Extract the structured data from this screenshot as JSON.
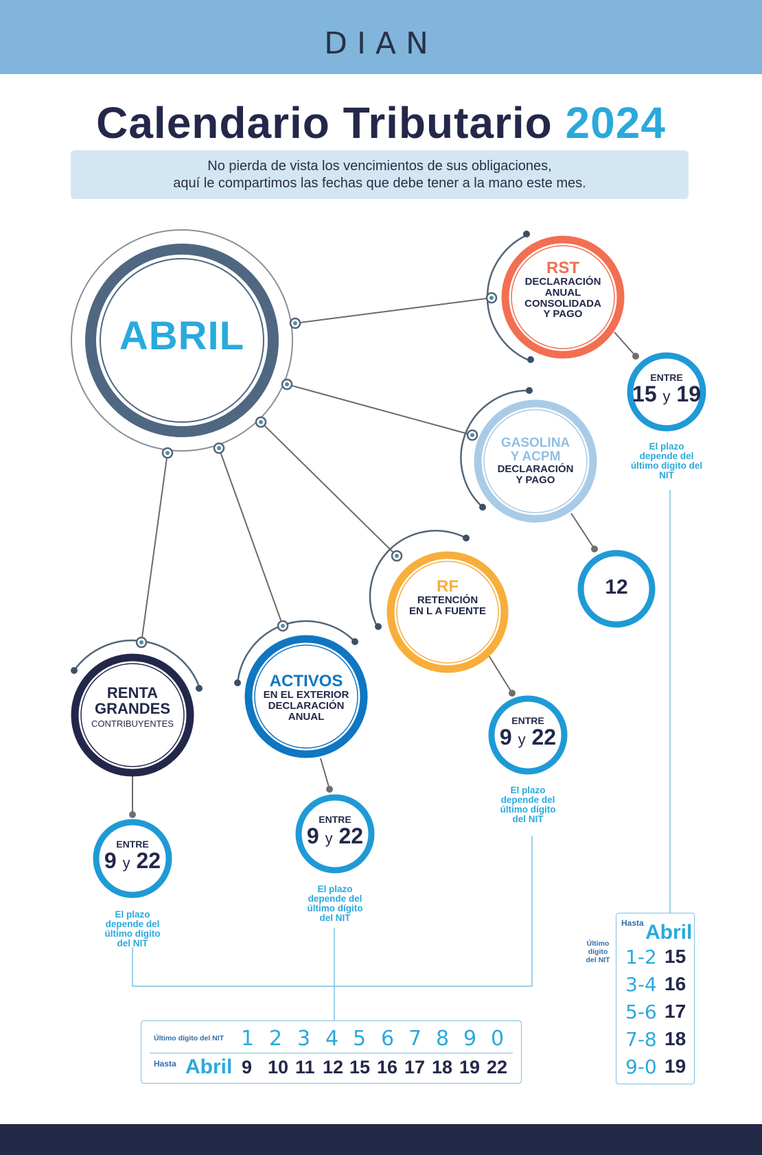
{
  "header": {
    "logo": "DIAN"
  },
  "title": {
    "main": "Calendario Tributario",
    "year": "2024"
  },
  "subtitle": {
    "line1": "No pierda de vista los vencimientos de sus obligaciones,",
    "line2": "aquí le compartimos las fechas que debe tener a la mano este mes."
  },
  "center": {
    "label": "ABRIL"
  },
  "nodes": {
    "rst": {
      "title": "RST",
      "l1": "DECLARACIÓN",
      "l2": "ANUAL",
      "l3": "CONSOLIDADA",
      "l4": "Y PAGO",
      "color": "#f26f52"
    },
    "gasolina": {
      "title1": "GASOLINA",
      "title2": "Y ACPM",
      "l1": "DECLARACIÓN",
      "l2": "Y PAGO",
      "color": "#a9cbe7"
    },
    "rf": {
      "title": "RF",
      "l1": "RETENCIÓN",
      "l2": "EN L A FUENTE",
      "color": "#f8ae3b"
    },
    "activos": {
      "title": "ACTIVOS",
      "l1": "EN EL EXTERIOR",
      "l2": "DECLARACIÓN",
      "l3": "ANUAL",
      "color": "#0f76c1"
    },
    "renta": {
      "l1": "RENTA",
      "l2": "GRANDES",
      "l3": "CONTRIBUYENTES",
      "color": "#23284a"
    }
  },
  "dates": {
    "rst": {
      "entre": "ENTRE",
      "a": "15",
      "y": "y",
      "b": "19",
      "note": [
        "El plazo",
        "depende del",
        "último dígito del",
        "NIT"
      ]
    },
    "gasolina": {
      "day": "12"
    },
    "rf": {
      "entre": "ENTRE",
      "a": "9",
      "y": "y",
      "b": "22",
      "note": [
        "El plazo",
        "depende del",
        "último dígito",
        "del NIT"
      ]
    },
    "activos": {
      "entre": "ENTRE",
      "a": "9",
      "y": "y",
      "b": "22",
      "note": [
        "El plazo",
        "depende del",
        "último dígito",
        "del NIT"
      ]
    },
    "renta": {
      "entre": "ENTRE",
      "a": "9",
      "y": "y",
      "b": "22",
      "note": [
        "El plazo",
        "depende del",
        "último dígito",
        "del NIT"
      ]
    }
  },
  "table_h": {
    "digit_label": "Último dígito del NIT",
    "hasta_label": "Hasta",
    "month": "Abril",
    "digits": [
      "1",
      "2",
      "3",
      "4",
      "5",
      "6",
      "7",
      "8",
      "9",
      "0"
    ],
    "days": [
      "9",
      "10",
      "11",
      "12",
      "15",
      "16",
      "17",
      "18",
      "19",
      "22"
    ]
  },
  "table_v": {
    "hasta_label": "Hasta",
    "month": "Abril",
    "side_label": [
      "Último",
      "dígito",
      "del NIT"
    ],
    "rows": [
      {
        "range": "1-2",
        "day": "15"
      },
      {
        "range": "3-4",
        "day": "16"
      },
      {
        "range": "5-6",
        "day": "17"
      },
      {
        "range": "7-8",
        "day": "18"
      },
      {
        "range": "9-0",
        "day": "19"
      }
    ]
  }
}
